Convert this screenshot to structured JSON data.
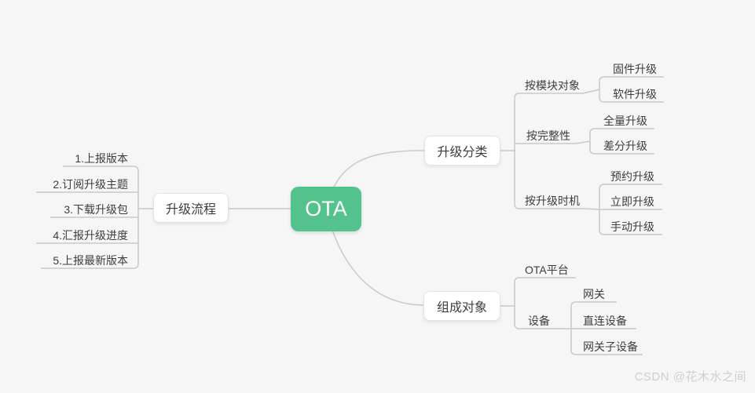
{
  "colors": {
    "background": "#f6f6f6",
    "accent_green": "#54c28d",
    "line": "#c9c9c9",
    "text": "#3d3d3d",
    "box_bg": "#ffffff",
    "watermark": "#cfcfcf"
  },
  "nodes": {
    "root": "OTA",
    "left": {
      "label": "升级流程",
      "items": [
        "1.上报版本",
        "2.订阅升级主题",
        "3.下载升级包",
        "4.汇报升级进度",
        "5.上报最新版本"
      ]
    },
    "classify": {
      "label": "升级分类",
      "by_module": {
        "label": "按模块对象",
        "items": [
          "固件升级",
          "软件升级"
        ]
      },
      "by_integrity": {
        "label": "按完整性",
        "items": [
          "全量升级",
          "差分升级"
        ]
      },
      "by_timing": {
        "label": "按升级时机",
        "items": [
          "预约升级",
          "立即升级",
          "手动升级"
        ]
      }
    },
    "composition": {
      "label": "组成对象",
      "platform": "OTA平台",
      "device": {
        "label": "设备",
        "items": [
          "网关",
          "直连设备",
          "网关子设备"
        ]
      }
    }
  },
  "watermark": "CSDN @花木水之间"
}
